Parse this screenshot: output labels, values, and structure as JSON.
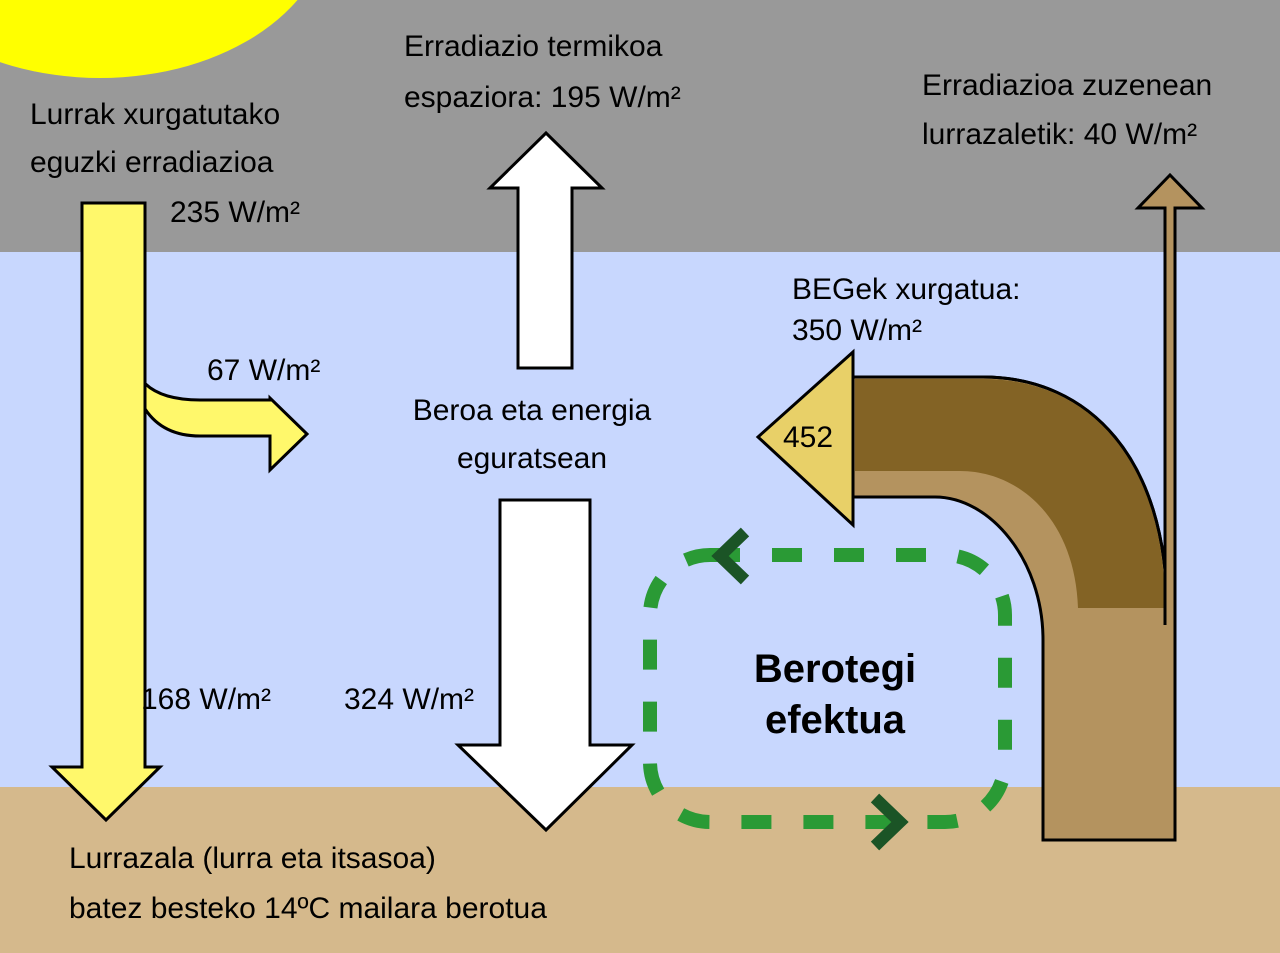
{
  "colors": {
    "space": "#999999",
    "atmosphere": "#c8d7fe",
    "ground": "#d5b98c",
    "sun": "#ffff00",
    "solar_arrow": "#fff86b",
    "pipe_dark": "#836325",
    "pipe_light": "#b4935f",
    "triangle": "#e8d068",
    "loop_green": "#2a9a35",
    "chevron_green": "#1b5426"
  },
  "labels": {
    "absorbed_line1": "Lurrak xurgatutako",
    "absorbed_line2": "eguzki erradiazioa",
    "absorbed_value": "235 W/m²",
    "thermal_line1": "Erradiazio termikoa",
    "thermal_line2": "espaziora: 195 W/m²",
    "direct_line1": "Erradiazioa zuzenean",
    "direct_line2": "lurrazaletik: 40 W/m²",
    "ghg_line1": "BEGek xurgatua:",
    "ghg_line2": "350 W/m²",
    "atmos_value": "67 W/m²",
    "heat_line1": "Beroa eta energia",
    "heat_line2": "eguratsean",
    "surface_value": "168 W/m²",
    "back_value": "324 W/m²",
    "triangle_value": "452",
    "greenhouse_line1": "Berotegi",
    "greenhouse_line2": "efektua",
    "ground_line1": "Lurrazala (lurra eta itsasoa)",
    "ground_line2": "batez besteko 14ºC mailara berotua"
  }
}
